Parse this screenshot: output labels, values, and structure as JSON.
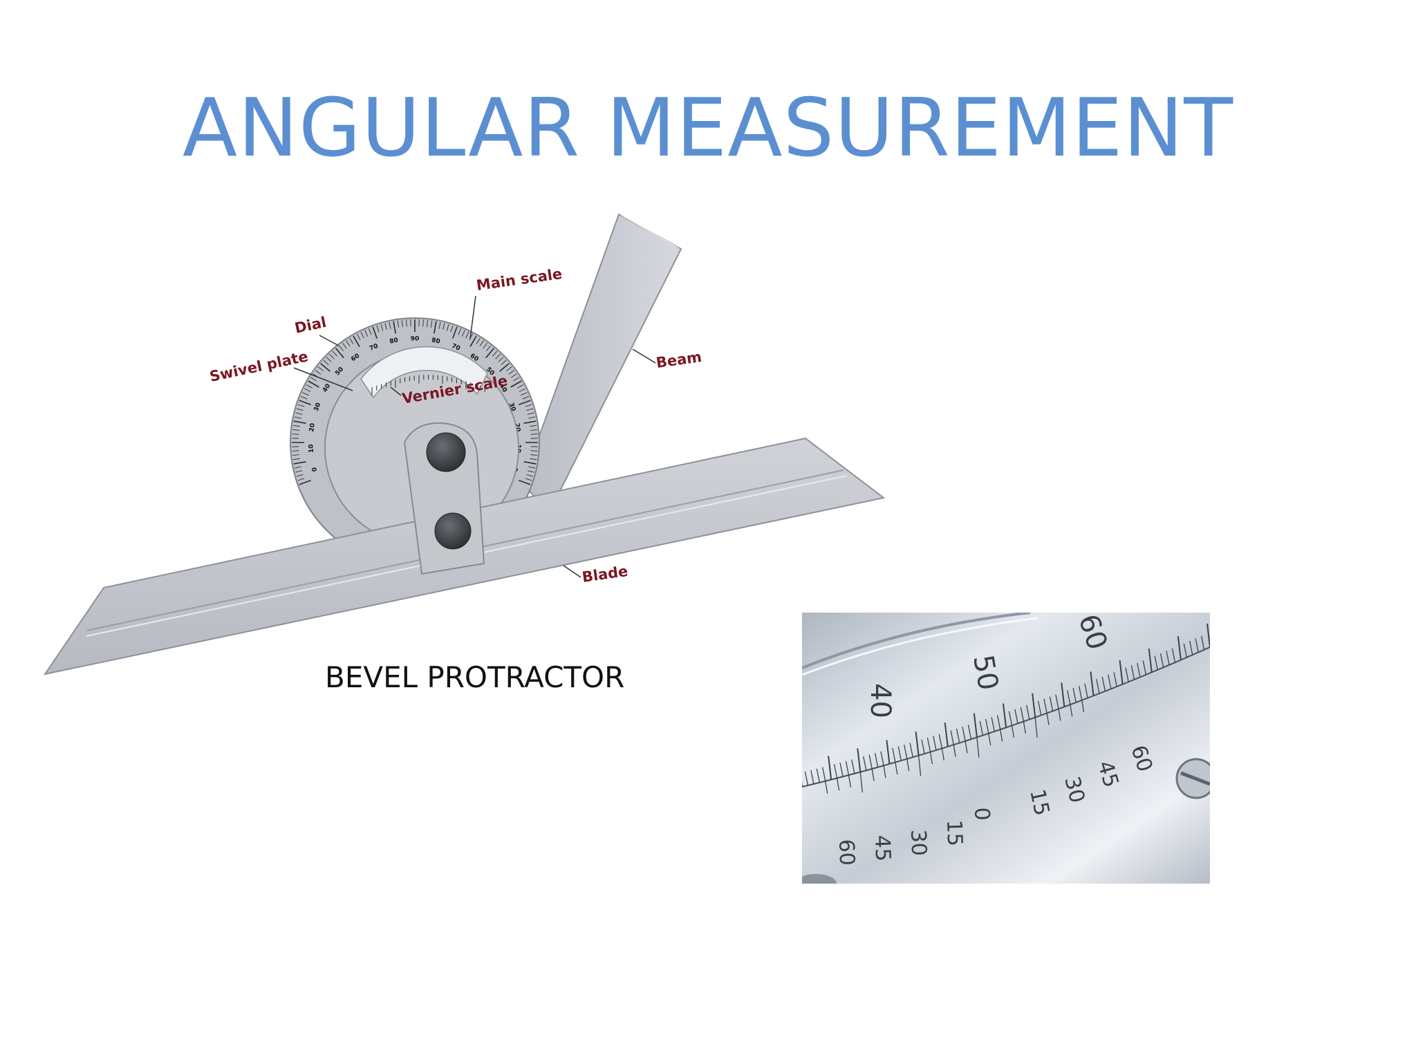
{
  "slide": {
    "title": "ANGULAR MEASUREMENT",
    "caption": "BEVEL PROTRACTOR"
  },
  "diagram": {
    "labels": {
      "main_scale": "Main scale",
      "dial": "Dial",
      "swivel_plate": "Swivel plate",
      "vernier_scale": "Vernier scale",
      "beam": "Beam",
      "blade": "Blade"
    },
    "dial_numbers": [
      "0",
      "10",
      "20",
      "30",
      "40",
      "50",
      "60",
      "70",
      "80",
      "90",
      "80",
      "70",
      "60",
      "50",
      "40",
      "30",
      "20",
      "10",
      "0"
    ]
  },
  "vernier_photo": {
    "main_scale_numbers": [
      "40",
      "50",
      "60"
    ],
    "vernier_left": [
      "0",
      "15",
      "30",
      "45",
      "60"
    ],
    "vernier_right": [
      "15",
      "30",
      "45",
      "60"
    ]
  },
  "colors": {
    "title": "#5b8fd1",
    "label": "#7a1722",
    "metal": "#c9cbd1"
  }
}
